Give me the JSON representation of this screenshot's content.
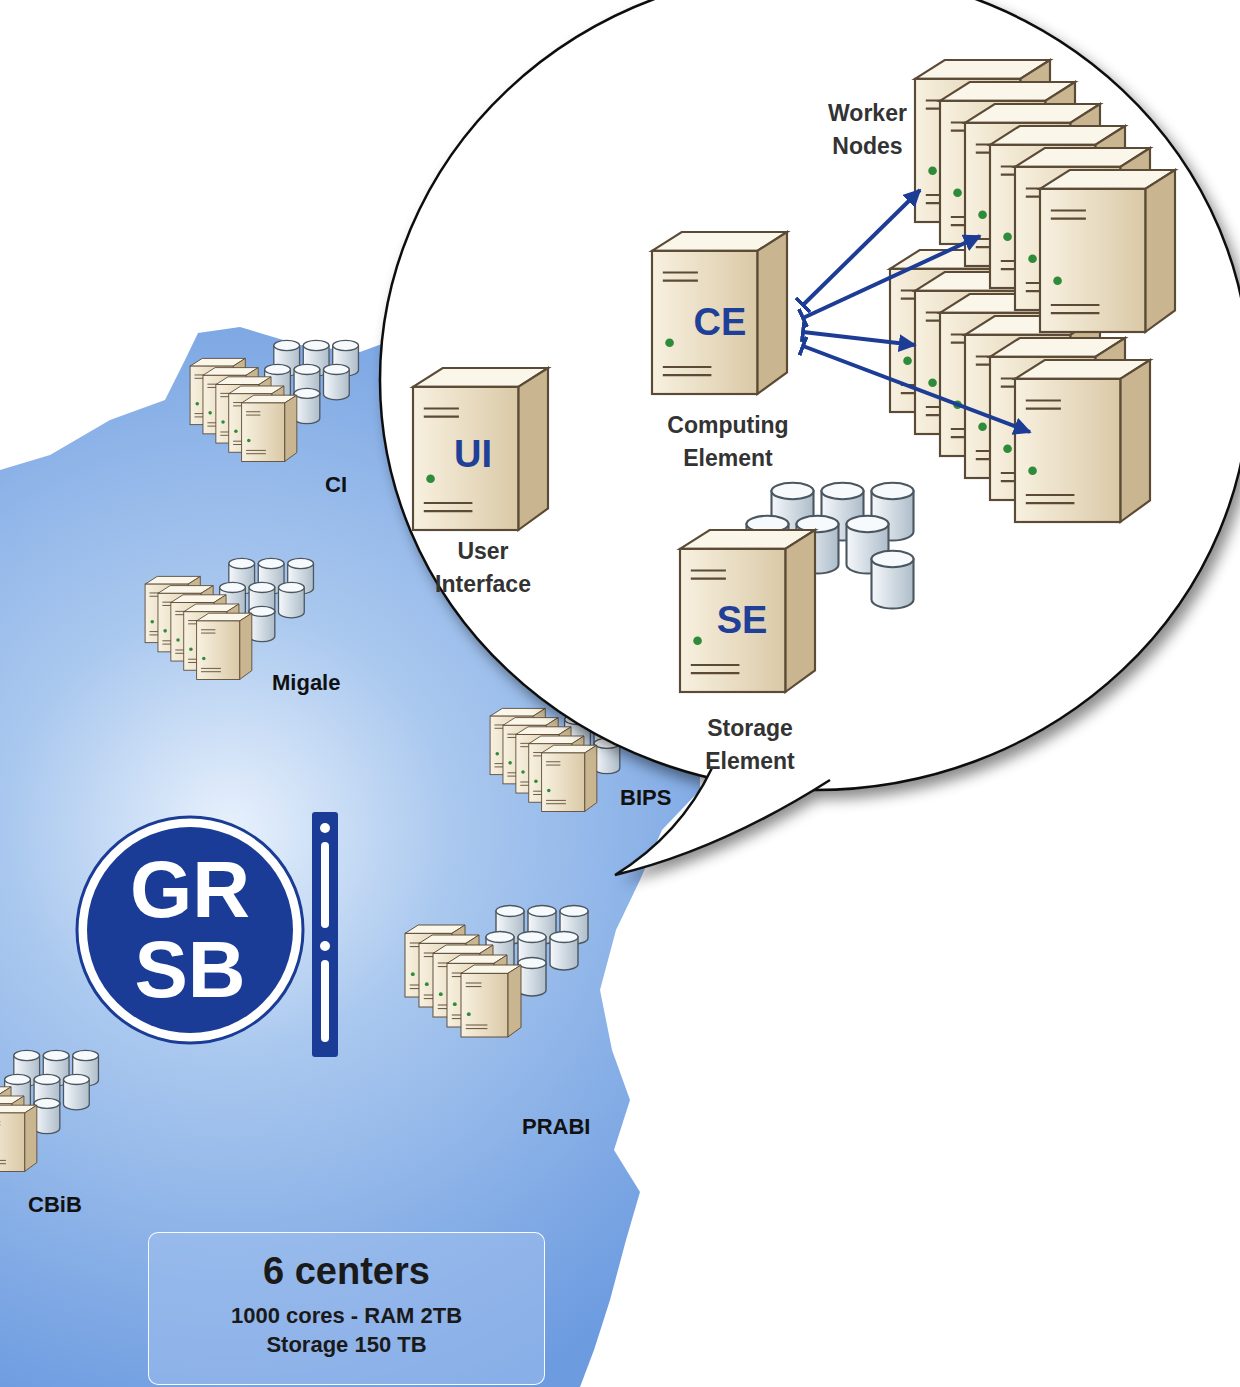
{
  "diagram": {
    "nodes": [
      {
        "text": [
          "UI",
          "User Interface"
        ]
      },
      {
        "text": [
          "CE",
          "Computing Element"
        ]
      },
      {
        "text": [
          "Worker Nodes"
        ]
      },
      {
        "text": [
          "SE",
          "Storage Element"
        ]
      },
      {
        "text": [
          "GR",
          "SB"
        ]
      },
      {
        "text": [
          "6 centers",
          "1000 cores - RAM 2TB",
          "Storage 150 TB"
        ]
      }
    ],
    "edges": [
      {
        "from": 1,
        "to": 2,
        "arrow": "to"
      },
      {
        "from": 1,
        "to": 2,
        "arrow": "to"
      },
      {
        "from": 1,
        "to": 2,
        "arrow": "to"
      },
      {
        "from": 1,
        "to": 2,
        "arrow": "to"
      }
    ],
    "labels": [
      "CI",
      "Migale",
      "BIPS",
      "PRABI",
      "CBiB"
    ]
  }
}
